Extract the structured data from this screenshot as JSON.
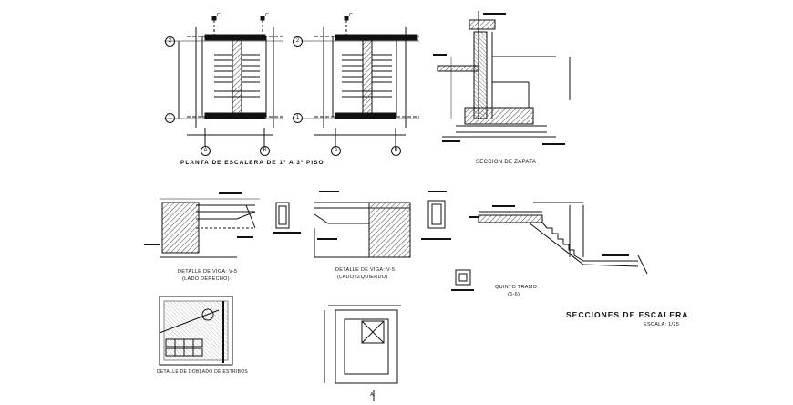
{
  "drawing": {
    "plan_title": "PLANTA DE ESCALERA DE 1º A 3º PISO",
    "footing_section": "SECCION DE ZAPATA",
    "beam_detail_right_1": "DETALLE DE VIGA: V-5",
    "beam_detail_right_2": "(LADO DERECHO)",
    "beam_detail_left_1": "DETALLE DE VIGA: V-5",
    "beam_detail_left_2": "(LADO IZQUIERDO)",
    "fifth_flight_1": "QUINTO TRAMO",
    "fifth_flight_2": "(6-6)",
    "stirrup_detail": "DETALLE DE DOBLADO DE ESTRIBOS",
    "sheet_title": "SECCIONES DE ESCALERA",
    "scale": "ESCALA: 1/25",
    "axis_2": "2",
    "axis_1": "1",
    "axis_a": "A",
    "axis_b": "B",
    "cut_c": "C",
    "cut_a": "A"
  },
  "colors": {
    "ink": "#111111",
    "hatch": "#444444",
    "paper": "#ffffff"
  }
}
